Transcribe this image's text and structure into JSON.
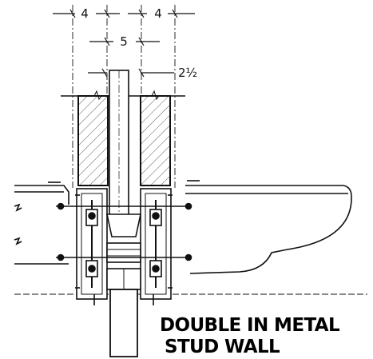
{
  "dimensions": {
    "left_wall": "4",
    "right_wall": "4",
    "stud_space": "5",
    "pipe_gap": "2½"
  },
  "caption": {
    "line1": "DOUBLE IN METAL",
    "line2": "STUD WALL"
  }
}
